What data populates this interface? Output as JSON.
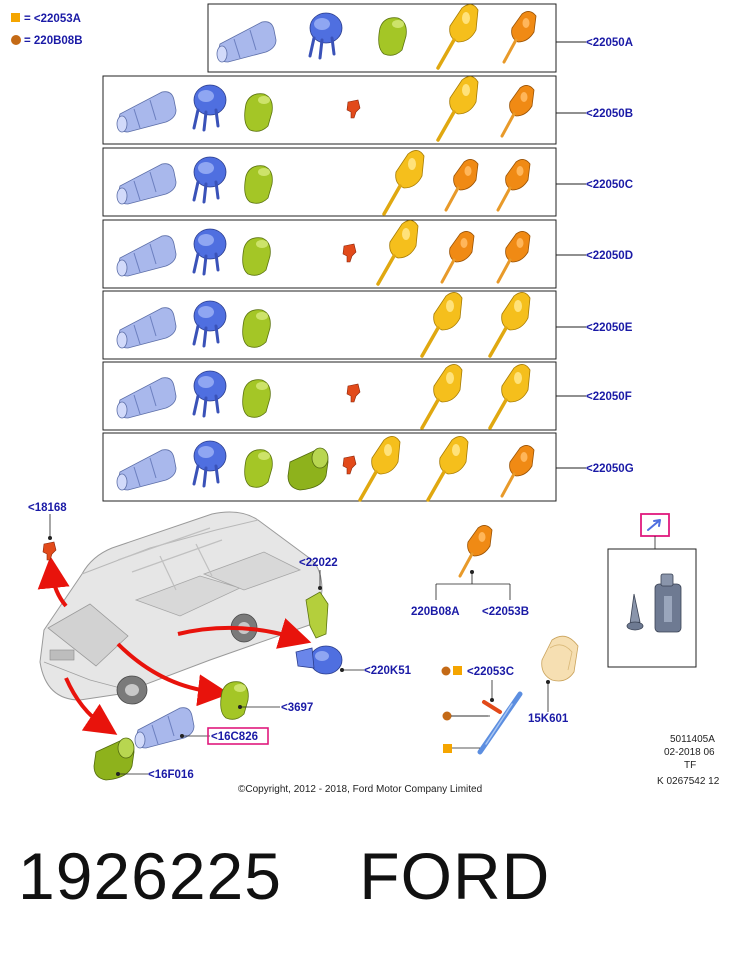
{
  "legend": [
    {
      "marker": "square",
      "color": "#f5a500",
      "label": "= <22053A"
    },
    {
      "marker": "dot",
      "color": "#c46a16",
      "label": "= 220B08B"
    }
  ],
  "kit_rows": [
    {
      "label": "<22050A"
    },
    {
      "label": "<22050B"
    },
    {
      "label": "<22050C"
    },
    {
      "label": "<22050D"
    },
    {
      "label": "<22050E"
    },
    {
      "label": "<22050F"
    },
    {
      "label": "<22050G"
    }
  ],
  "callouts": {
    "c18168": "<18168",
    "c22022": "<22022",
    "c220K51": "<220K51",
    "c3697": "<3697",
    "c16C826": "<16C826",
    "c16F016": "<16F016",
    "c220B08A": "220B08A",
    "c22053B": "<22053B",
    "c22053C": "<22053C",
    "c15K601": "15K601"
  },
  "info": {
    "line1": "5011405A",
    "line2": "02-2018 06",
    "line3": "TF",
    "line4": "K 0267542 12"
  },
  "copyright": "©Copyright, 2012 - 2018, Ford Motor Company Limited",
  "caption": "1926225    FORD",
  "colors": {
    "label_blue": "#1a1aa6",
    "highlight": "#e0197d",
    "arrow": "#e8130c",
    "lock_blue": "#8fa4e0",
    "cap_blue": "#4f6fe0",
    "green": "#9bbf1e",
    "key_yellow": "#f5bf1c",
    "key_orange": "#f08a14",
    "pin_red": "#e24a1a"
  }
}
